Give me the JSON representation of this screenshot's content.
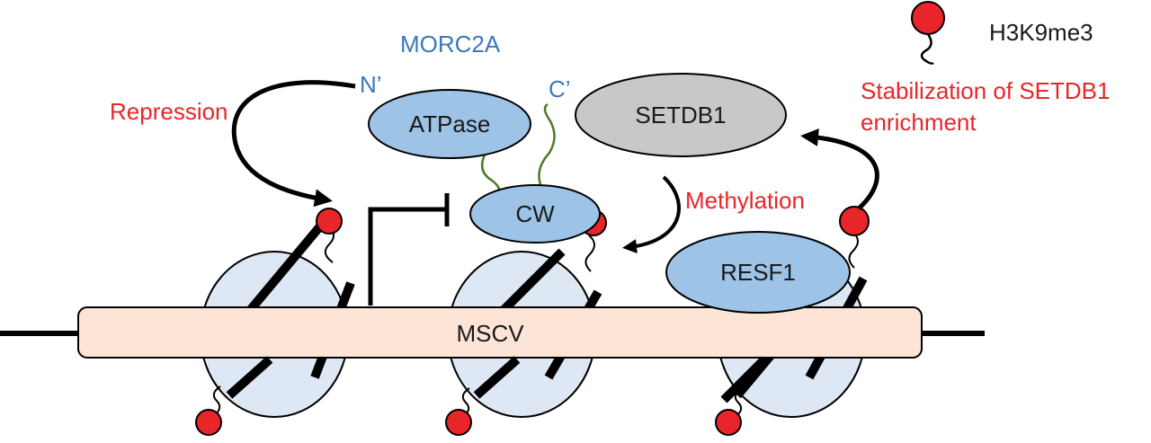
{
  "legend": {
    "label": "H3K9me3"
  },
  "labels": {
    "morc2a": "MORC2A",
    "n_term": "N’",
    "c_term": "C’",
    "atpase": "ATPase",
    "cw": "CW",
    "setdb1": "SETDB1",
    "resf1": "RESF1",
    "mscv": "MSCV",
    "repression": "Repression",
    "methylation": "Methylation",
    "stabilization_line1": "Stabilization of SETDB1",
    "stabilization_line2": "enrichment"
  },
  "colors": {
    "protein_fill": "#9dc3e6",
    "setdb1_fill": "#c8c8c8",
    "nucleosome_fill": "#dde8f4",
    "mscv_fill": "#fce4d6",
    "mark_red": "#e8262a",
    "linker_green": "#4e7a2a",
    "text_red": "#e8262a",
    "text_blue": "#3e78b8"
  }
}
